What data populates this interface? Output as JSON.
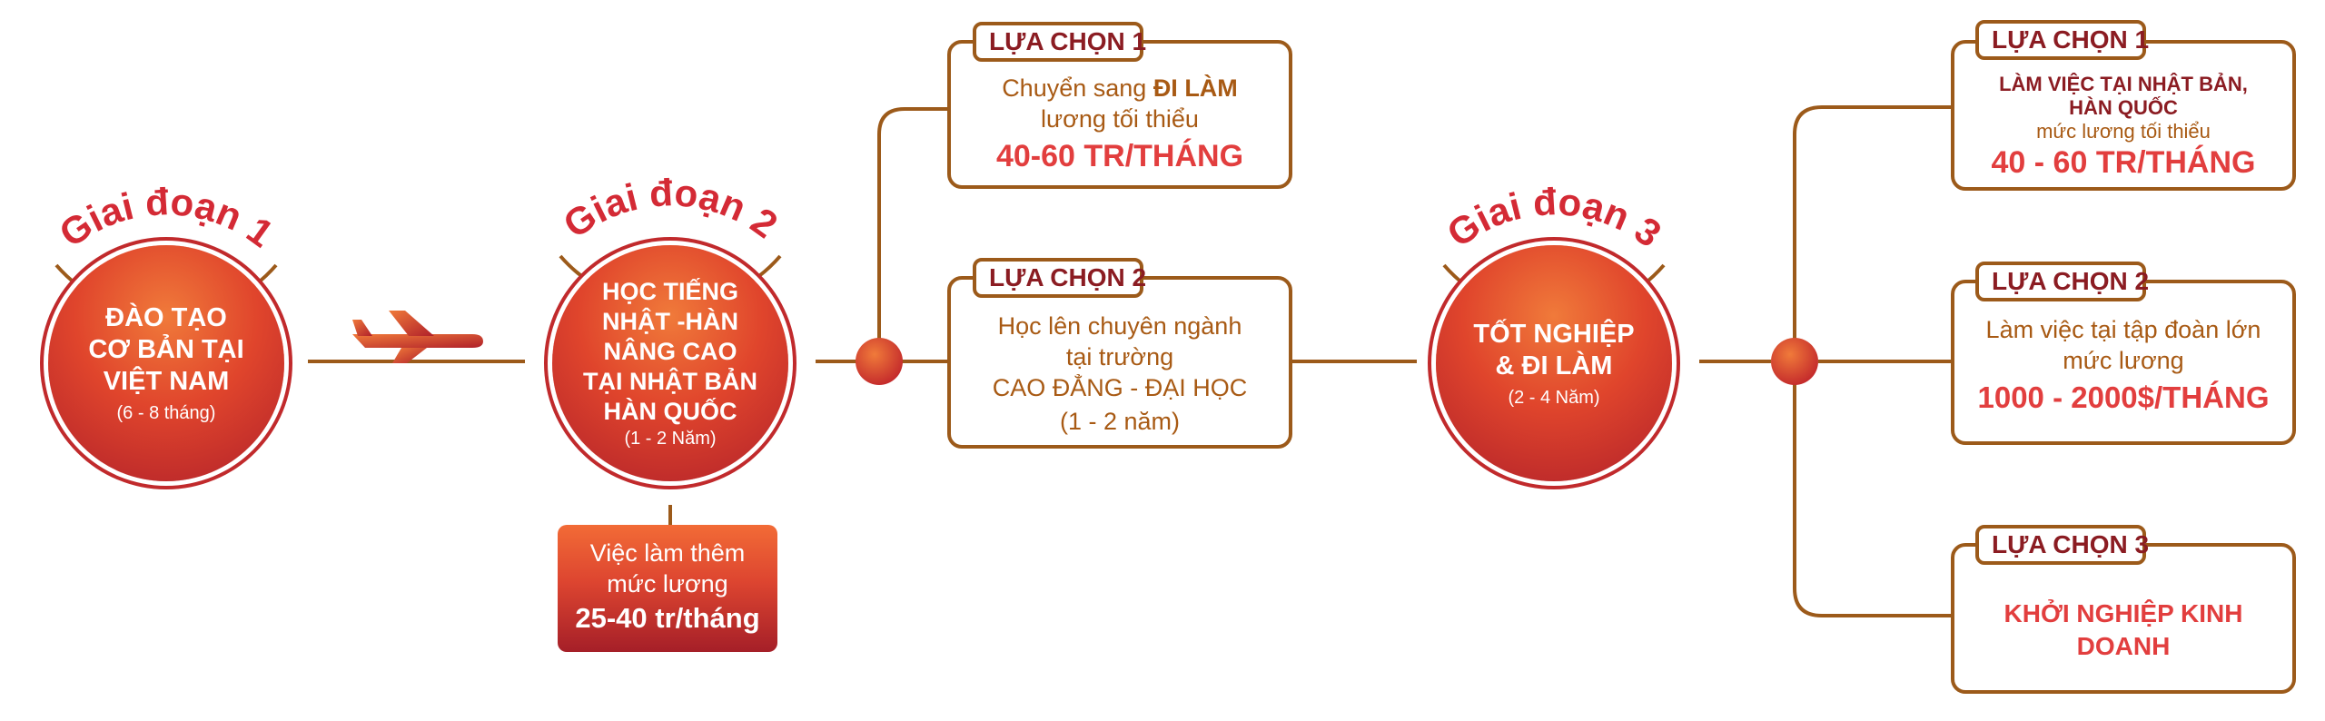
{
  "stages": [
    {
      "title": "Giai đoạn 1",
      "main": "ĐÀO TẠO\nCƠ BẢN TẠI\nVIỆT NAM",
      "duration": "(6 - 8 tháng)"
    },
    {
      "title": "Giai đoạn 2",
      "main": "HỌC TIẾNG\nNHẬT -HÀN\nNÂNG CAO\nTẠI NHẬT BẢN\nHÀN QUỐC",
      "duration": "(1 - 2 Năm)"
    },
    {
      "title": "Giai đoạn 3",
      "main": "TỐT NGHIỆP\n& ĐI LÀM",
      "duration": "(2 - 4 Năm)"
    }
  ],
  "side_job": {
    "line1": "Việc làm thêm",
    "line2": "mức lương",
    "salary": "25-40 tr/tháng"
  },
  "stage2_options": [
    {
      "tag": "LỰA CHỌN 1",
      "line1_prefix": "Chuyển sang ",
      "line1_bold": "ĐI LÀM",
      "line2": "lương tối thiểu",
      "salary": "40-60 TR/THÁNG"
    },
    {
      "tag": "LỰA CHỌN 2",
      "line1": "Học lên chuyên ngành",
      "line2": "tại trường",
      "line3": "CAO ĐẲNG - ĐẠI HỌC",
      "line4": "(1 - 2 năm)"
    }
  ],
  "stage3_options": [
    {
      "tag": "LỰA CHỌN 1",
      "line1": "LÀM VIỆC TẠI NHẬT BẢN,",
      "line2": "HÀN QUỐC",
      "line3": "mức lương tối thiểu",
      "salary": "40 - 60 TR/THÁNG"
    },
    {
      "tag": "LỰA CHỌN 2",
      "line1": "Làm việc tại tập đoàn lớn",
      "line2": "mức lương",
      "salary": "1000 - 2000$/THÁNG"
    },
    {
      "tag": "LỰA CHỌN 3",
      "text": "KHỞI NGHIỆP KINH DOANH"
    }
  ],
  "icons": {
    "transport": "airplane-icon"
  },
  "colors": {
    "line": "#9c5a1a",
    "title_red": "#d42a35",
    "salary_red": "#e23e3e",
    "circle_top": "#f07a3a",
    "circle_bottom": "#b0202a"
  }
}
